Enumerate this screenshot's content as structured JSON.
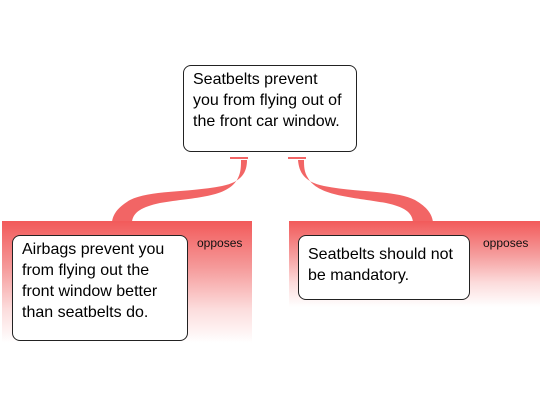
{
  "map": {
    "main_claim": {
      "text": "Seatbelts prevent you from flying out of the front car window."
    },
    "objections": [
      {
        "relation": "opposes",
        "text": "Airbags prevent you from flying out the front window better than seatbelts do."
      },
      {
        "relation": "opposes",
        "text": "Seatbelts should not be mandatory."
      }
    ]
  },
  "colors": {
    "objection": "#f25a5a",
    "objection_fade": "#ffffff",
    "connector": "#f26565",
    "node_border": "#222222",
    "node_fill": "#ffffff"
  }
}
